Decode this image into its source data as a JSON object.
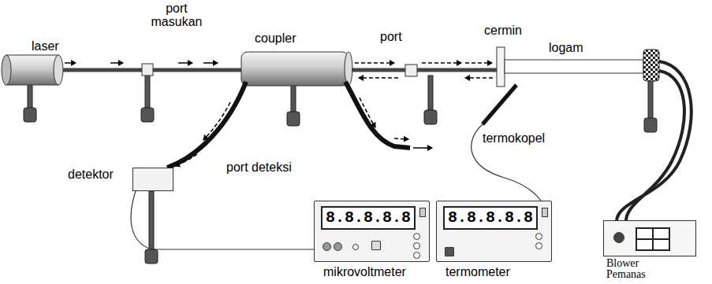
{
  "diagram": {
    "nodes": [
      {
        "text": [
          "detektor"
        ]
      },
      {
        "text": [
          "8.8.8.8.8",
          "mikrovoltmeter"
        ]
      },
      {
        "text": [
          "8.8.8.8.8",
          "termometer"
        ]
      },
      {
        "text": [
          "Blower Pemanas"
        ]
      }
    ],
    "edges": [
      {
        "from": 0,
        "to": 1,
        "arrow": "none"
      }
    ],
    "labels": [
      "port masukan",
      "laser",
      "coupler",
      "port",
      "cermin",
      "logam",
      "termokopel",
      "port deteksi"
    ]
  }
}
